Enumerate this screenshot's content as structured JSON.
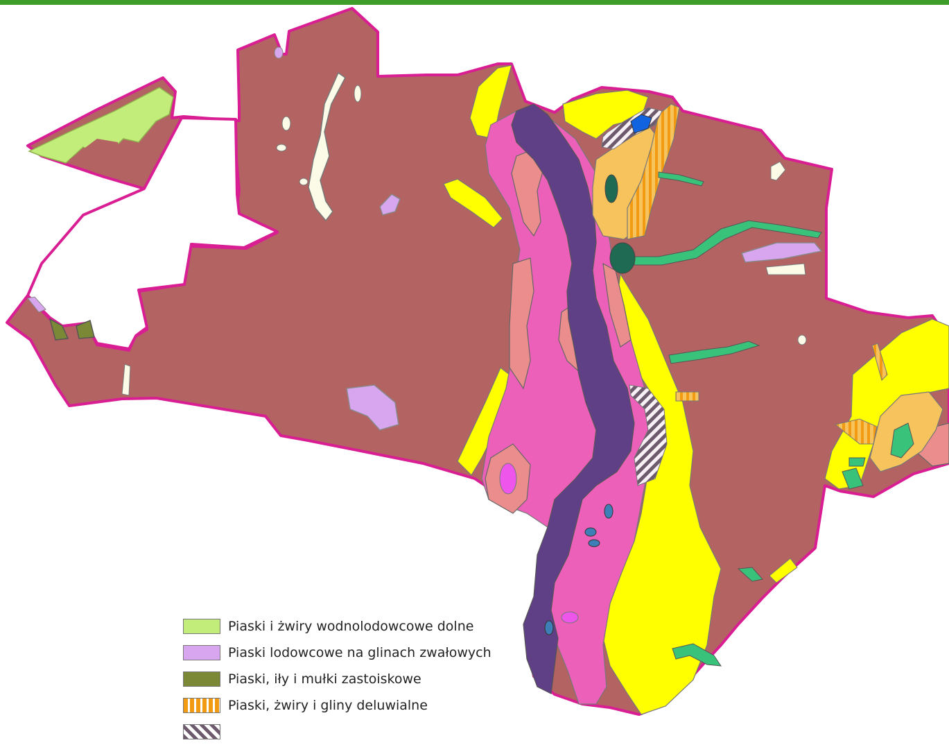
{
  "colors": {
    "top_bar": "#3f9e2a",
    "boundary": "#d91e93",
    "till": "#b36362",
    "alluvial": "#5f3f86",
    "terrace": "#ec60b9",
    "pink_salmon": "#ea8d8c",
    "yellow": "#ffff00",
    "orange_light": "#f6c35d",
    "green_teal": "#39c27a",
    "dark_teal": "#1f6a52",
    "blue": "#1263e0",
    "cream": "#fbfbe8"
  },
  "legend": [
    {
      "label": "Piaski i żwiry wodnolodowcowe dolne",
      "fill": "#c2ed7a",
      "pattern": "solid"
    },
    {
      "label": "Piaski lodowcowe na glinach zwałowych",
      "fill": "#d8a6ee",
      "pattern": "solid"
    },
    {
      "label": "Piaski, iły i mułki zastoiskowe",
      "fill": "#7b8936",
      "pattern": "solid"
    },
    {
      "label": "Piaski, żwiry i gliny deluwialne",
      "fill": "#f19a12",
      "pattern": "vertical-stripes"
    },
    {
      "label": "",
      "fill": "#6d5a6c",
      "pattern": "diagonal-stripes"
    }
  ]
}
